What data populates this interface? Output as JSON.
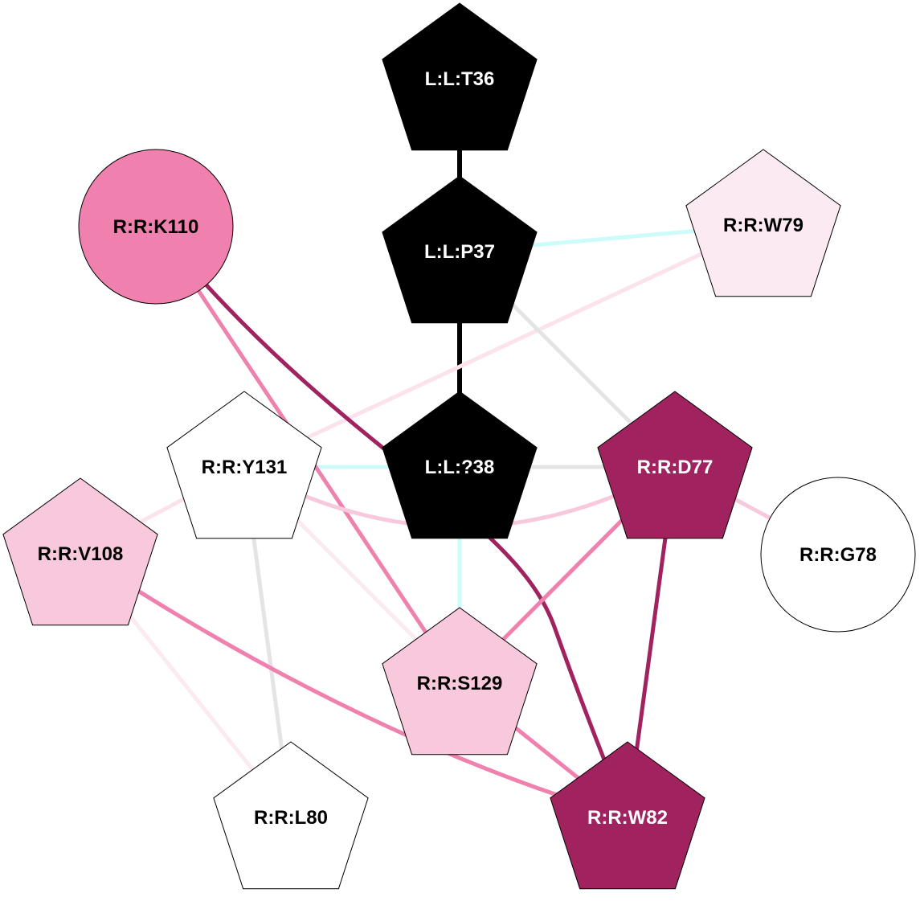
{
  "nodes": [
    {
      "id": "T36",
      "label": "L:L:T36",
      "shape": "pentagon",
      "fill": "#000000",
      "text": "#ffffff"
    },
    {
      "id": "P37",
      "label": "L:L:P37",
      "shape": "pentagon",
      "fill": "#000000",
      "text": "#ffffff"
    },
    {
      "id": "X38",
      "label": "L:L:?38",
      "shape": "pentagon",
      "fill": "#000000",
      "text": "#ffffff"
    },
    {
      "id": "K110",
      "label": "R:R:K110",
      "shape": "circle",
      "fill": "#f080ad",
      "text": "#000000"
    },
    {
      "id": "W79",
      "label": "R:R:W79",
      "shape": "pentagon",
      "fill": "#fbeaf2",
      "text": "#000000"
    },
    {
      "id": "Y131",
      "label": "R:R:Y131",
      "shape": "pentagon",
      "fill": "#ffffff",
      "text": "#000000"
    },
    {
      "id": "D77",
      "label": "R:R:D77",
      "shape": "pentagon",
      "fill": "#a0225f",
      "text": "#ffffff"
    },
    {
      "id": "V108",
      "label": "R:R:V108",
      "shape": "pentagon",
      "fill": "#f8c8dc",
      "text": "#000000"
    },
    {
      "id": "G78",
      "label": "R:R:G78",
      "shape": "circle",
      "fill": "#ffffff",
      "text": "#000000"
    },
    {
      "id": "S129",
      "label": "R:R:S129",
      "shape": "pentagon",
      "fill": "#f8c8dc",
      "text": "#000000"
    },
    {
      "id": "L80",
      "label": "R:R:L80",
      "shape": "pentagon",
      "fill": "#ffffff",
      "text": "#000000"
    },
    {
      "id": "W82",
      "label": "R:R:W82",
      "shape": "pentagon",
      "fill": "#a0225f",
      "text": "#ffffff"
    }
  ],
  "edges": [
    {
      "from": "T36",
      "to": "P37",
      "color": "#000000"
    },
    {
      "from": "P37",
      "to": "X38",
      "color": "#000000"
    },
    {
      "from": "P37",
      "to": "W79",
      "color": "#ccfbfb"
    },
    {
      "from": "W79",
      "to": "Y131",
      "color": "#fbe2ec"
    },
    {
      "from": "P37",
      "to": "D77",
      "color": "#e4e4e4"
    },
    {
      "from": "X38",
      "to": "D77",
      "color": "#e4e4e4"
    },
    {
      "from": "Y131",
      "to": "X38",
      "color": "#ccfbfb"
    },
    {
      "from": "X38",
      "to": "S129",
      "color": "#ccfbfb"
    },
    {
      "from": "K110",
      "to": "S129",
      "color": "#f080ad"
    },
    {
      "from": "K110",
      "to": "W82",
      "color": "#a0225f"
    },
    {
      "from": "Y131",
      "to": "D77",
      "color": "#f8c8dc"
    },
    {
      "from": "D77",
      "to": "G78",
      "color": "#f8c8dc"
    },
    {
      "from": "D77",
      "to": "S129",
      "color": "#f080ad"
    },
    {
      "from": "D77",
      "to": "W82",
      "color": "#a0225f"
    },
    {
      "from": "Y131",
      "to": "V108",
      "color": "#fbe2ec"
    },
    {
      "from": "Y131",
      "to": "S129",
      "color": "#fbeaf0"
    },
    {
      "from": "Y131",
      "to": "L80",
      "color": "#e4e4e4"
    },
    {
      "from": "V108",
      "to": "L80",
      "color": "#fbeaf0"
    },
    {
      "from": "V108",
      "to": "W82",
      "color": "#f080ad"
    },
    {
      "from": "S129",
      "to": "W82",
      "color": "#f080ad"
    }
  ]
}
